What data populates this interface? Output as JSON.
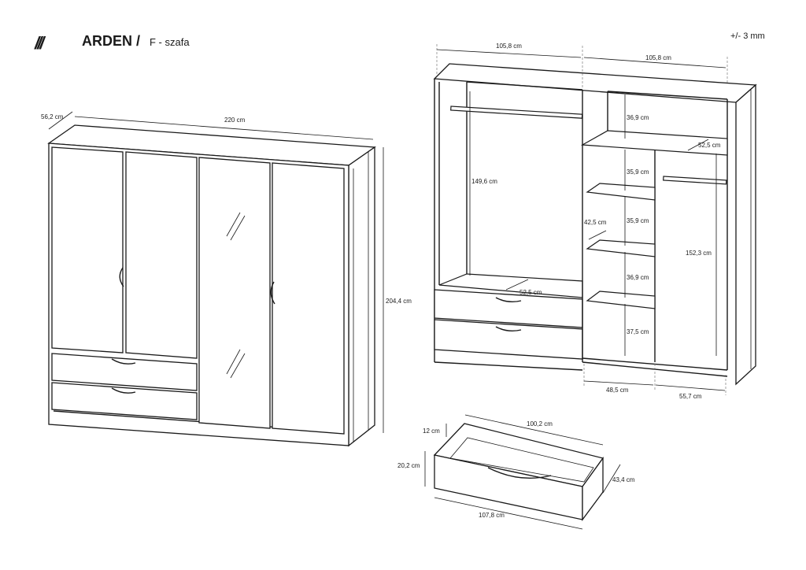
{
  "header": {
    "brand_mark": "///",
    "brand_name": "ARDEN /",
    "brand_sub": "F - szafa",
    "tolerance": "+/- 3 mm"
  },
  "front_view": {
    "depth": "56,2 cm",
    "width": "220 cm",
    "height": "204,4 cm"
  },
  "interior_view": {
    "left_section_width": "105,8 cm",
    "right_section_width": "105,8 cm",
    "hanging_height_left": "149,6 cm",
    "left_depth": "52,5 cm",
    "right_depth": "52,5 cm",
    "shelf_1": "36,9 cm",
    "shelf_2": "35,9 cm",
    "shelf_3": "35,9 cm",
    "shelf_4": "36,9 cm",
    "shelf_5": "37,5 cm",
    "shelf_depth": "42,5 cm",
    "hanging_height_right": "152,3 cm",
    "shelf_column_width": "48,5 cm",
    "hanging_column_width": "55,7 cm"
  },
  "drawer_view": {
    "inner_height": "12 cm",
    "inner_width": "100,2 cm",
    "outer_height": "20,2 cm",
    "depth": "43,4 cm",
    "outer_width": "107,8 cm"
  }
}
